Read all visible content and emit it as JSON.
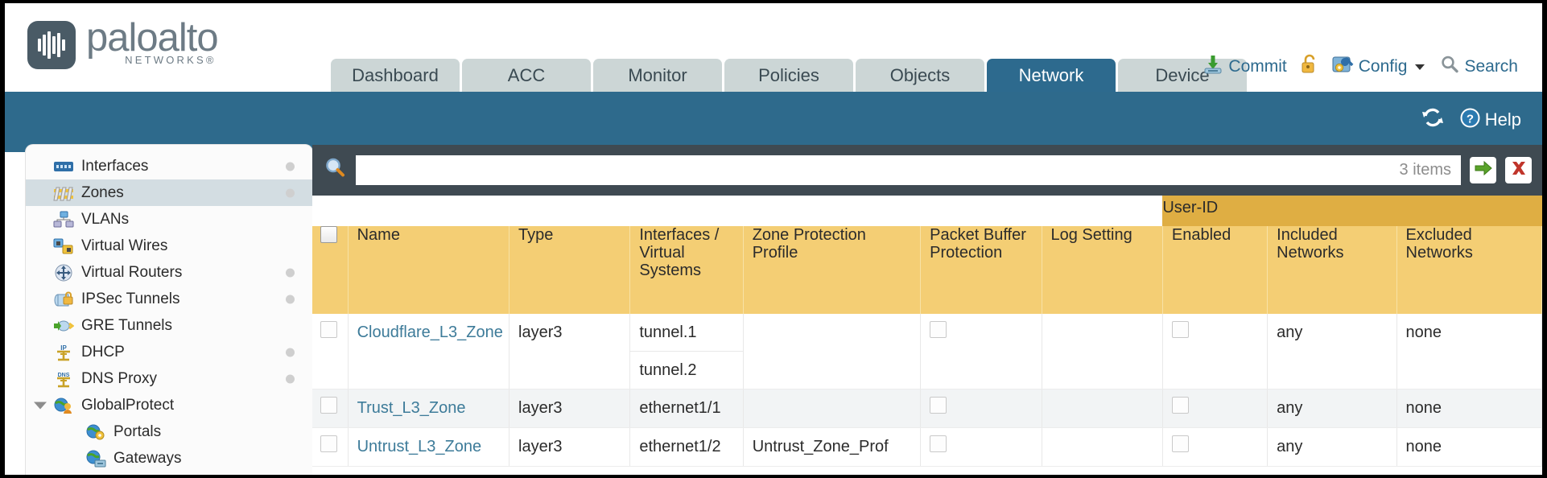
{
  "brand": {
    "name": "paloalto",
    "tagline": "NETWORKS®"
  },
  "tabs": [
    {
      "label": "Dashboard",
      "active": false
    },
    {
      "label": "ACC",
      "active": false
    },
    {
      "label": "Monitor",
      "active": false
    },
    {
      "label": "Policies",
      "active": false
    },
    {
      "label": "Objects",
      "active": false
    },
    {
      "label": "Network",
      "active": true
    },
    {
      "label": "Device",
      "active": false
    }
  ],
  "actions": {
    "commit": "Commit",
    "config": "Config",
    "search": "Search",
    "lock_icon": "unlock-icon",
    "commit_icon": "commit-download-icon",
    "config_icon": "config-wrench-icon",
    "search_icon": "search-magnifier-icon",
    "caret_icon": "chevron-down-icon"
  },
  "banner": {
    "refresh_icon": "refresh-icon",
    "help_icon": "help-circle-icon",
    "help_label": "Help"
  },
  "sidebar": {
    "items": [
      {
        "label": "Interfaces",
        "icon": "interfaces-icon",
        "dot": true,
        "selected": false,
        "child": false,
        "caret": false
      },
      {
        "label": "Zones",
        "icon": "zones-icon",
        "dot": true,
        "selected": true,
        "child": false,
        "caret": false
      },
      {
        "label": "VLANs",
        "icon": "vlans-icon",
        "dot": false,
        "selected": false,
        "child": false,
        "caret": false
      },
      {
        "label": "Virtual Wires",
        "icon": "virtual-wires-icon",
        "dot": false,
        "selected": false,
        "child": false,
        "caret": false
      },
      {
        "label": "Virtual Routers",
        "icon": "virtual-routers-icon",
        "dot": true,
        "selected": false,
        "child": false,
        "caret": false
      },
      {
        "label": "IPSec Tunnels",
        "icon": "ipsec-tunnels-icon",
        "dot": true,
        "selected": false,
        "child": false,
        "caret": false
      },
      {
        "label": "GRE Tunnels",
        "icon": "gre-tunnels-icon",
        "dot": false,
        "selected": false,
        "child": false,
        "caret": false
      },
      {
        "label": "DHCP",
        "icon": "dhcp-icon",
        "dot": true,
        "selected": false,
        "child": false,
        "caret": false
      },
      {
        "label": "DNS Proxy",
        "icon": "dns-proxy-icon",
        "dot": true,
        "selected": false,
        "child": false,
        "caret": false
      },
      {
        "label": "GlobalProtect",
        "icon": "globalprotect-icon",
        "dot": false,
        "selected": false,
        "child": false,
        "caret": true
      },
      {
        "label": "Portals",
        "icon": "portals-icon",
        "dot": false,
        "selected": false,
        "child": true,
        "caret": false
      },
      {
        "label": "Gateways",
        "icon": "gateways-icon",
        "dot": false,
        "selected": false,
        "child": true,
        "caret": false
      }
    ]
  },
  "search": {
    "value": "",
    "placeholder": "",
    "items_count": "3 items",
    "apply_icon": "green-arrow-apply-icon",
    "clear_icon": "red-x-clear-icon",
    "magnifier_icon": "search-magnifier-icon"
  },
  "table": {
    "group_header": "User-ID",
    "columns": [
      "Name",
      "Type",
      "Interfaces / Virtual Systems",
      "Zone Protection Profile",
      "Packet Buffer Protection",
      "Log Setting",
      "Enabled",
      "Included Networks",
      "Excluded Networks"
    ],
    "rows": [
      {
        "selected": false,
        "name": "Cloudflare_L3_Zone",
        "type": "layer3",
        "interfaces": [
          "tunnel.1",
          "tunnel.2"
        ],
        "zone_protection_profile": "",
        "packet_buffer_protection": false,
        "log_setting": "",
        "user_id_enabled": false,
        "included_networks": "any",
        "excluded_networks": "none"
      },
      {
        "selected": false,
        "name": "Trust_L3_Zone",
        "type": "layer3",
        "interfaces": [
          "ethernet1/1"
        ],
        "zone_protection_profile": "",
        "packet_buffer_protection": false,
        "log_setting": "",
        "user_id_enabled": false,
        "included_networks": "any",
        "excluded_networks": "none"
      },
      {
        "selected": false,
        "name": "Untrust_L3_Zone",
        "type": "layer3",
        "interfaces": [
          "ethernet1/2"
        ],
        "zone_protection_profile": "Untrust_Zone_Prof",
        "packet_buffer_protection": false,
        "log_setting": "",
        "user_id_enabled": false,
        "included_networks": "any",
        "excluded_networks": "none"
      }
    ]
  },
  "colors": {
    "banner_blue": "#2e6a8c",
    "active_tab": "#2d6a8e",
    "tab_gray": "#ccd6d6",
    "header_amber": "#f4ce74",
    "group_amber": "#dfae43",
    "searchbar_slate": "#3f4a52",
    "link_teal": "#3d7b99"
  }
}
